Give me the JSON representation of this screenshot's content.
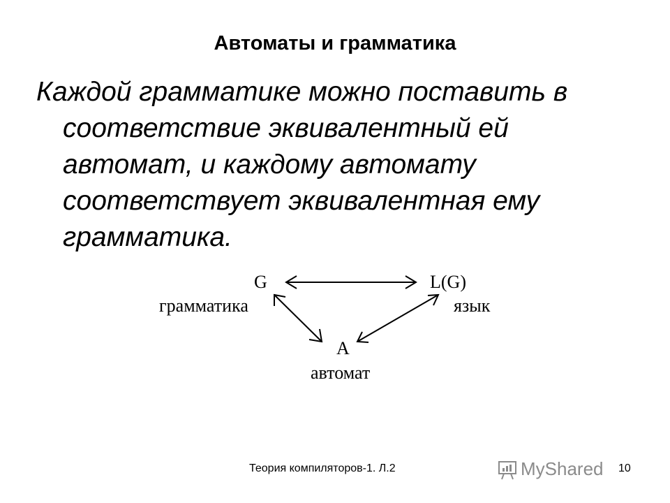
{
  "slide": {
    "title": "Автоматы и грамматика",
    "body_lines": [
      "Каждой грамматике можно поставить в",
      "соответствие эквивалентный ей",
      "автомат, и каждому автомату",
      "соответствует эквивалентная ему",
      "грамматика."
    ]
  },
  "diagram": {
    "nodes": {
      "grammar": {
        "symbol": "G",
        "caption": "грамматика"
      },
      "language": {
        "symbol": "L(G)",
        "caption": "язык"
      },
      "automaton": {
        "symbol": "A",
        "caption": "автомат"
      }
    },
    "edges": [
      {
        "from": "grammar",
        "to": "language",
        "direction": "both"
      },
      {
        "from": "grammar",
        "to": "automaton",
        "direction": "both"
      },
      {
        "from": "language",
        "to": "automaton",
        "direction": "both"
      }
    ]
  },
  "footer": {
    "text": "Теория компиляторов-1. Л.2",
    "page_number": "10"
  },
  "watermark": {
    "text": "MyShared",
    "icon": "presentation-board-icon"
  }
}
